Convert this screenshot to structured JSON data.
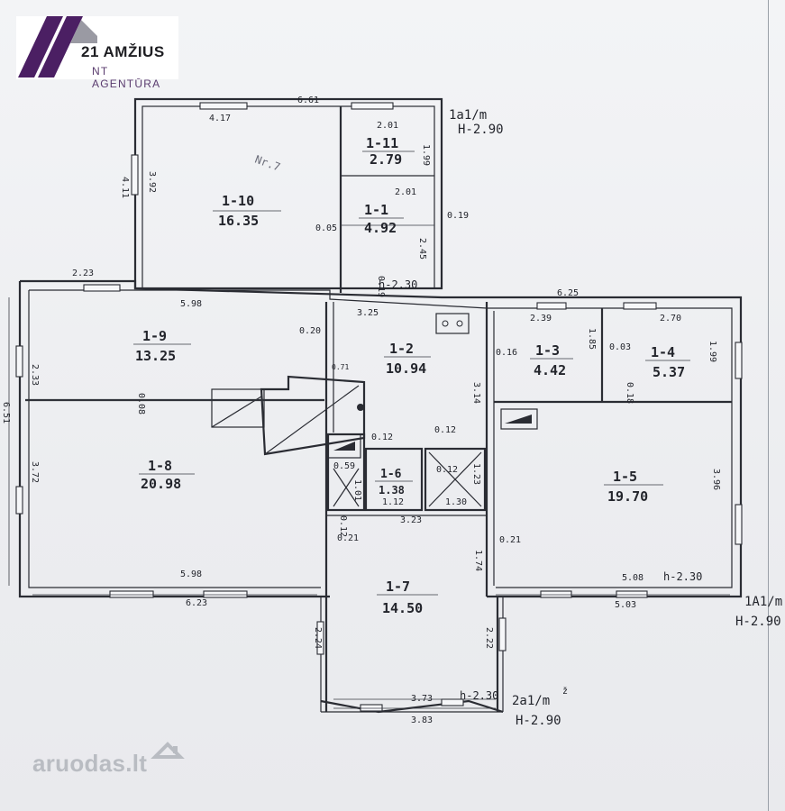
{
  "logo": {
    "brand": "21 AMŽIUS",
    "sub": "NT AGENTŪRA",
    "colors": {
      "purple": "#4b1f63",
      "grey": "#9a9aa3"
    }
  },
  "watermark": {
    "text": "aruodas.lt",
    "icon": "house-icon"
  },
  "notes": {
    "floor_top": "1a1/m",
    "height_top": "H-2.90",
    "floor_right": "1A1/m",
    "height_right": "H-2.90",
    "floor_bottom": "2a1/m",
    "floor_bottom_mark": "ž",
    "height_bottom": "H-2.90",
    "h_inner_top": "h-2.30",
    "h_inner_right": "h-2.30",
    "h_inner_bottom": "h-2.30",
    "scribble": "Nr.7"
  },
  "rooms": [
    {
      "id": "1-10",
      "area": "16.35"
    },
    {
      "id": "1-11",
      "area": "2.79"
    },
    {
      "id": "1-1",
      "area": "4.92"
    },
    {
      "id": "1-9",
      "area": "13.25"
    },
    {
      "id": "1-2",
      "area": "10.94"
    },
    {
      "id": "1-3",
      "area": "4.42"
    },
    {
      "id": "1-4",
      "area": "5.37"
    },
    {
      "id": "1-8",
      "area": "20.98"
    },
    {
      "id": "1-6",
      "area": "1.38"
    },
    {
      "id": "1-5",
      "area": "19.70"
    },
    {
      "id": "1-7",
      "area": "14.50"
    }
  ],
  "dimensions": {
    "d661": "6.61",
    "d417": "4.17",
    "d201a": "2.01",
    "d199": "1.99",
    "d201b": "2.01",
    "d411": "4.11",
    "d392": "3.92",
    "d005": "0.05",
    "d019a": "0.19",
    "d245": "2.45",
    "d019b": "0.19",
    "d223": "2.23",
    "d598a": "5.98",
    "d325": "3.25",
    "d625": "6.25",
    "d020": "0.20",
    "d239": "2.39",
    "d185": "1.85",
    "d270": "2.70",
    "d233": "2.33",
    "d008": "0.08",
    "d003": "0.03",
    "d199b": "1.99",
    "d016": "0.16",
    "d314": "3.14",
    "d018": "0.18",
    "d651": "6.51",
    "d372": "3.72",
    "d012a": "0.12",
    "d012b": "0.12",
    "d012c": "0.12",
    "d059": "0.59",
    "d101": "1.01",
    "d112": "1.12",
    "d130": "1.30",
    "d123": "1.23",
    "d396": "3.96",
    "d323": "3.23",
    "d021a": "0.21",
    "d021b": "0.21",
    "d174": "1.74",
    "d012d": "0.12",
    "d598b": "5.98",
    "d508": "5.08",
    "d623": "6.23",
    "d503": "5.03",
    "d224": "2.24",
    "d222": "2.22",
    "d373": "3.73",
    "d383": "3.83",
    "d071": "0.71"
  }
}
